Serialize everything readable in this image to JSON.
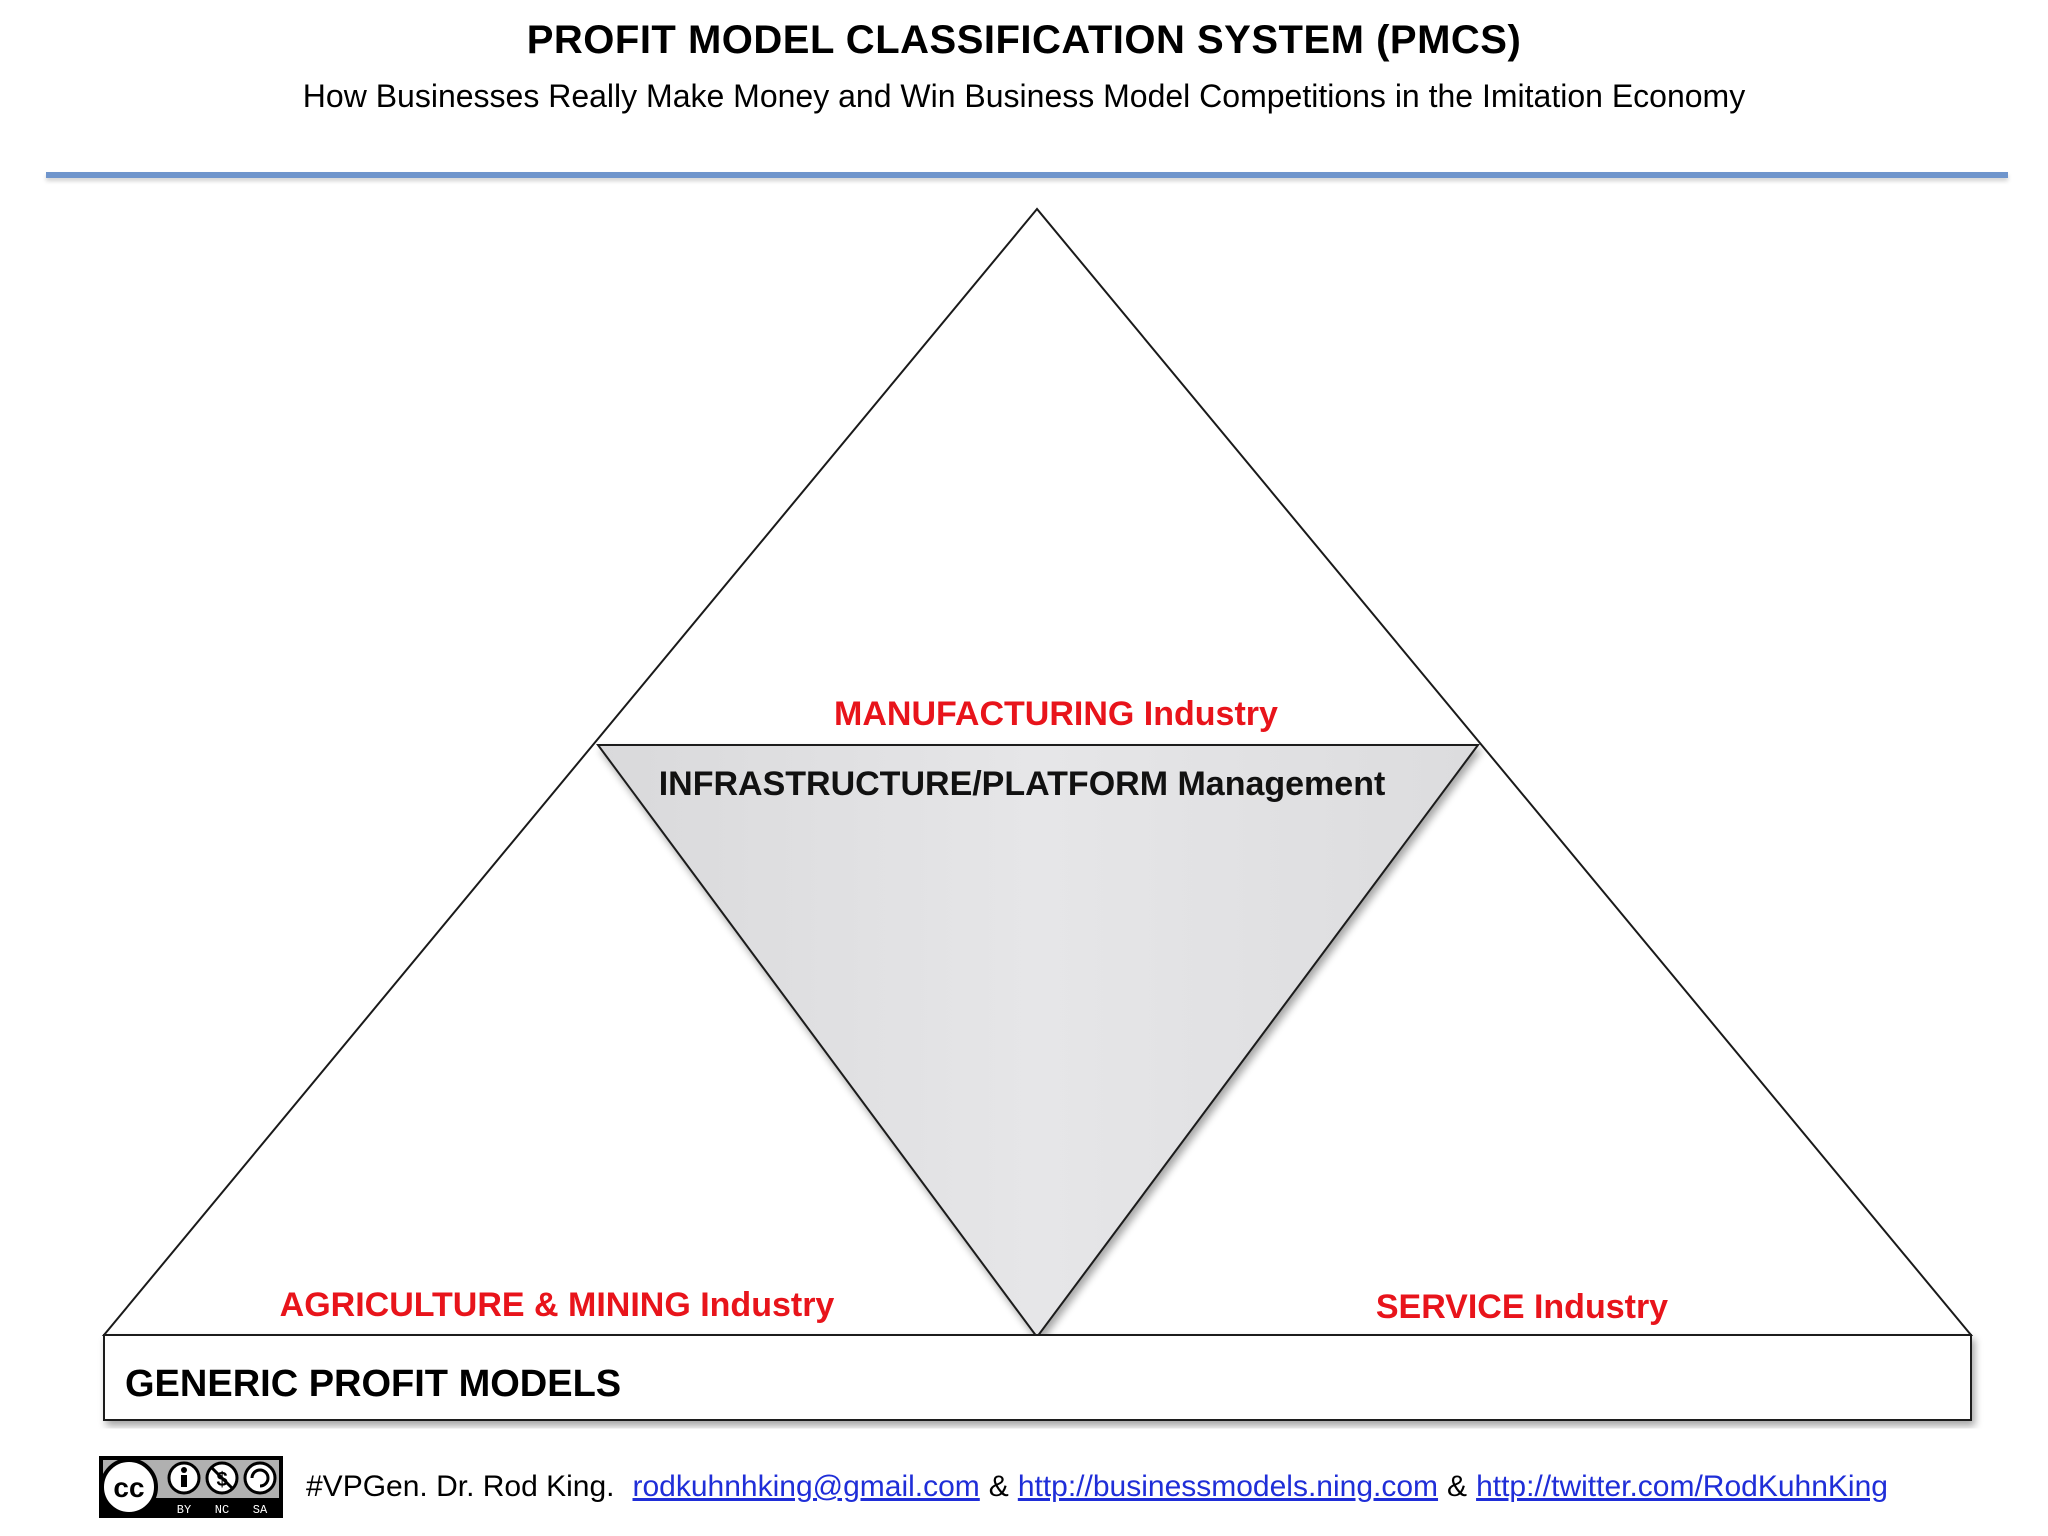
{
  "header": {
    "title": "PROFIT MODEL CLASSIFICATION SYSTEM (PMCS)",
    "subtitle": "How Businesses Really Make Money and Win Business Model Competitions in the Imitation Economy"
  },
  "diagram": {
    "manufacturing_label": "MANUFACTURING Industry",
    "infrastructure_label": "INFRASTRUCTURE/PLATFORM Management",
    "agriculture_label": "AGRICULTURE & MINING Industry",
    "service_label": "SERVICE Industry",
    "generic_label": "GENERIC PROFIT MODELS"
  },
  "footer": {
    "license_badge": [
      "cc",
      "BY",
      "NC",
      "SA"
    ],
    "credit_text": "#VPGen. Dr. Rod King.",
    "email": "rodkuhnhking@gmail.com",
    "amp1": "&",
    "link1": "http://businessmodels.ning.com",
    "amp2": "&",
    "link2": "http://twitter.com/RodKuhnKing"
  },
  "colors": {
    "accent_red": "#e8141b",
    "divider_blue": "#6f95cc",
    "center_fill": "#e2e2e4",
    "link_blue": "#1f2ed8"
  }
}
